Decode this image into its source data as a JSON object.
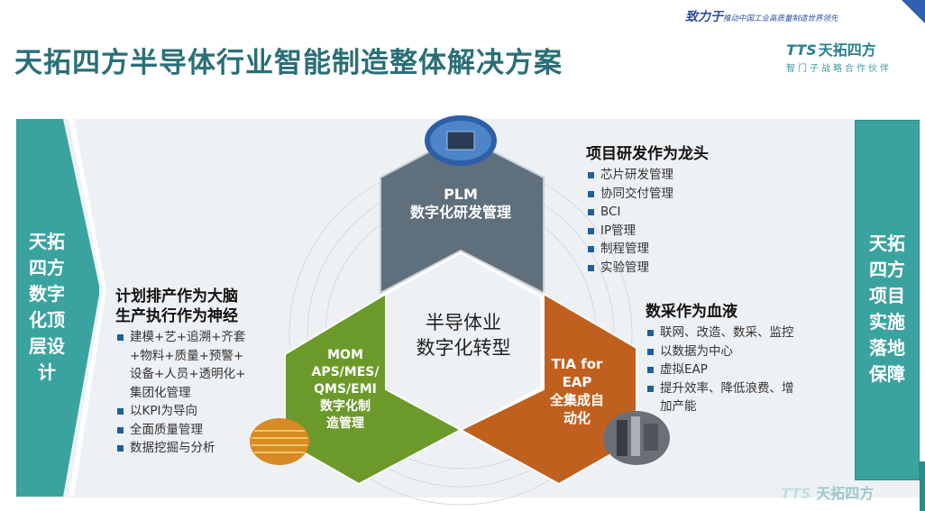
{
  "header": {
    "title": "天拓四方半导体行业智能制造整体解决方案",
    "slogan_big": "致力于",
    "slogan_small": "推动中国工业高质量制造世界领先",
    "logo_mark": "TTS",
    "logo_name": "天拓四方",
    "logo_sub": "智门子战略合作伙伴"
  },
  "left_band": {
    "lines": [
      "天拓",
      "四方",
      "数字",
      "化顶",
      "层设",
      "计"
    ],
    "color": "#3aa39f"
  },
  "right_band": {
    "lines": [
      "天拓",
      "四方",
      "项目",
      "实施",
      "落地",
      "保障"
    ],
    "color": "#3aa39f"
  },
  "diagram": {
    "center": {
      "line1": "半导体业",
      "line2": "数字化转型"
    },
    "plm": {
      "line1": "PLM",
      "line2": "数字化研发管理",
      "color": "#5f6f7c"
    },
    "mom": {
      "lines": [
        "MOM",
        "APS/MES/",
        "QMS/EMI",
        "数字化制",
        "造管理"
      ],
      "color": "#6b9a2a"
    },
    "tia": {
      "lines": [
        "TIA for",
        "EAP",
        "全集成自",
        "动化"
      ],
      "color": "#c0601e"
    }
  },
  "blocks": {
    "rd": {
      "heading": "项目研发作为龙头",
      "items": [
        "芯片研发管理",
        "协同交付管理",
        "BCI",
        "IP管理",
        "制程管理",
        "实验管理"
      ]
    },
    "planning": {
      "heading1": "计划排产作为大脑",
      "heading2": "生产执行作为神经",
      "items": [
        {
          "text": "建模+艺+追溯+齐套",
          "bullet": true
        },
        {
          "text": "+物料+质量+预警+",
          "bullet": false
        },
        {
          "text": "设备+人员+透明化+",
          "bullet": false
        },
        {
          "text": "集团化管理",
          "bullet": false
        },
        {
          "text": "以KPI为导向",
          "bullet": true
        },
        {
          "text": "全面质量管理",
          "bullet": true
        },
        {
          "text": "数据挖掘与分析",
          "bullet": true
        }
      ]
    },
    "data": {
      "heading": "数采作为血液",
      "items": [
        {
          "text": "联网、改造、数采、监控",
          "bullet": true
        },
        {
          "text": "以数据为中心",
          "bullet": true
        },
        {
          "text": "虚拟EAP",
          "bullet": true
        },
        {
          "text": "提升效率、降低浪费、增",
          "bullet": true
        },
        {
          "text": "加产能",
          "bullet": false
        }
      ]
    }
  },
  "footer": {
    "logo_mark": "TTS",
    "logo_name": "天拓四方"
  }
}
